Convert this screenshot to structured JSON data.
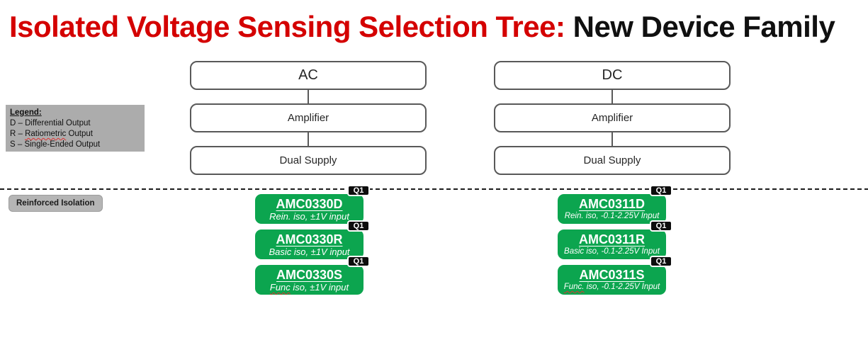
{
  "title": {
    "red": "Isolated Voltage Sensing Selection Tree:",
    "black": " New Device Family"
  },
  "legend": {
    "heading": "Legend:",
    "item_d": "D – Differential Output",
    "item_r_pre": "R – ",
    "item_r_squiggle": "Ratiometric",
    "item_r_post": " Output",
    "item_s": "S – Single-Ended Output"
  },
  "tree": {
    "ac": {
      "root": "AC",
      "nodes": [
        "Amplifier",
        "Dual Supply"
      ]
    },
    "dc": {
      "root": "DC",
      "nodes": [
        "Amplifier",
        "Dual Supply"
      ]
    }
  },
  "isolation_label": "Reinforced Isolation",
  "devices": {
    "ac": [
      {
        "name": "AMC0330D",
        "badge": "Q1",
        "sub_squiggle": "",
        "subtitle": "Rein. iso, ±1V input"
      },
      {
        "name": "AMC0330R",
        "badge": "Q1",
        "sub_squiggle": "",
        "subtitle": "Basic iso, ±1V input"
      },
      {
        "name": "AMC0330S",
        "badge": "Q1",
        "sub_squiggle": "Func",
        "subtitle": " iso, ±1V input"
      }
    ],
    "dc": [
      {
        "name": "AMC0311D",
        "badge": "Q1",
        "sub_squiggle": "",
        "subtitle": "Rein. iso, -0.1-2.25V Input"
      },
      {
        "name": "AMC0311R",
        "badge": "Q1",
        "sub_squiggle": "",
        "subtitle": "Basic iso, -0.1-2.25V Input"
      },
      {
        "name": "AMC0311S",
        "badge": "Q1",
        "sub_squiggle": "Func.",
        "subtitle": " iso, -0.1-2.25V Input"
      }
    ]
  },
  "colors": {
    "accent_red": "#d40000",
    "device_green": "#0ca54f",
    "legend_gray": "#acacac",
    "badge_black": "#0d0d0d",
    "border_gray": "#595959"
  }
}
